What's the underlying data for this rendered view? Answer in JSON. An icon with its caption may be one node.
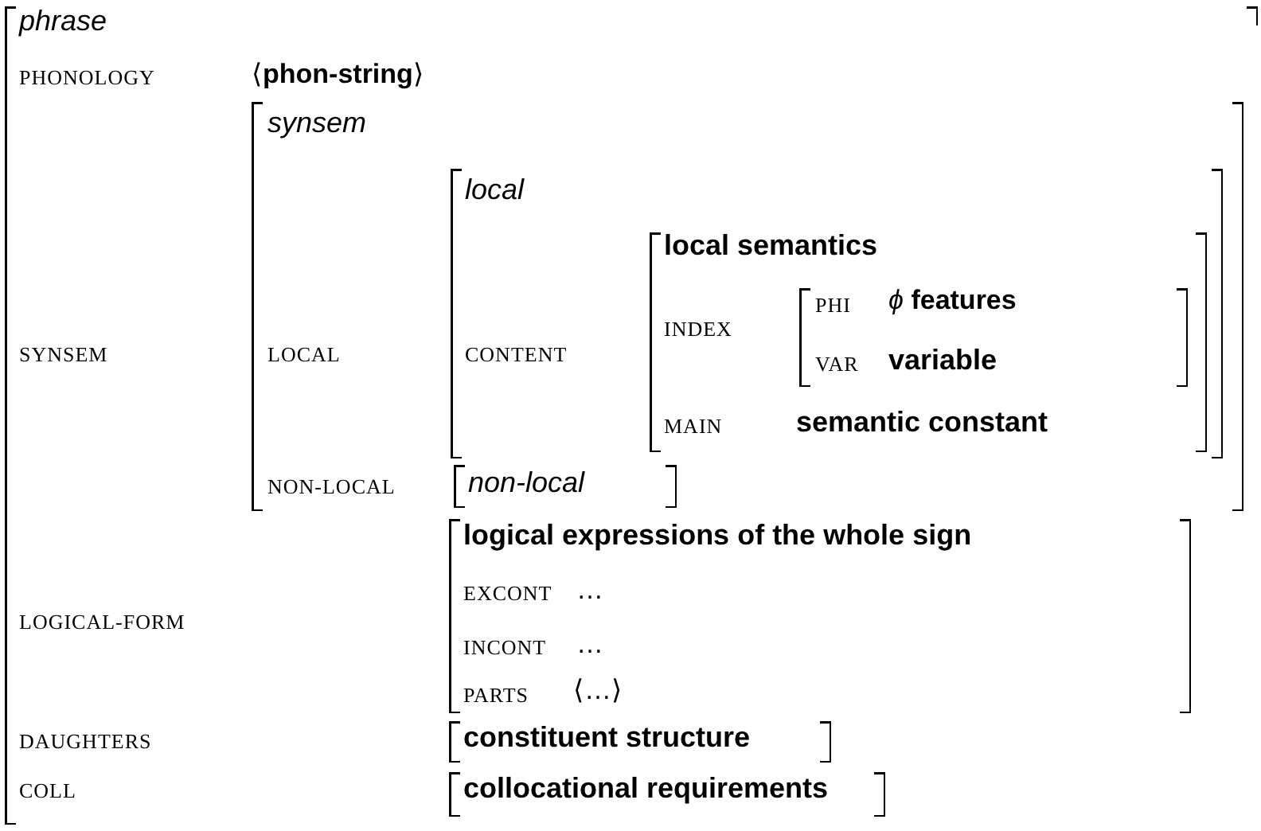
{
  "diagram": {
    "nodes": [
      {
        "text": [
          "phrase",
          "PHONOLOGY",
          "⟨**phon-string**⟩",
          "SYNSEM",
          "LOGICAL-FORM",
          "DAUGHTERS",
          "COLL"
        ]
      },
      {
        "text": [
          "synsem",
          "LOCAL",
          "NON-LOCAL"
        ],
        "in": 0
      },
      {
        "text": [
          "local",
          "CONTENT"
        ],
        "in": 1
      },
      {
        "text": [
          "local semantics",
          "INDEX",
          "MAIN",
          "semantic constant"
        ],
        "in": 2
      },
      {
        "text": [
          "PHI",
          "*ϕ* **features**",
          "VAR",
          "variable"
        ],
        "in": 3
      },
      {
        "text": [
          "non-local"
        ],
        "in": 1
      },
      {
        "text": [
          "logical expressions of the whole sign",
          "EXCONT",
          "…",
          "INCONT",
          "…",
          "PARTS",
          "⟨…⟩"
        ],
        "in": 0
      },
      {
        "text": [
          "constituent structure"
        ],
        "in": 0
      },
      {
        "text": [
          "collocational requirements"
        ],
        "in": 0
      }
    ]
  }
}
